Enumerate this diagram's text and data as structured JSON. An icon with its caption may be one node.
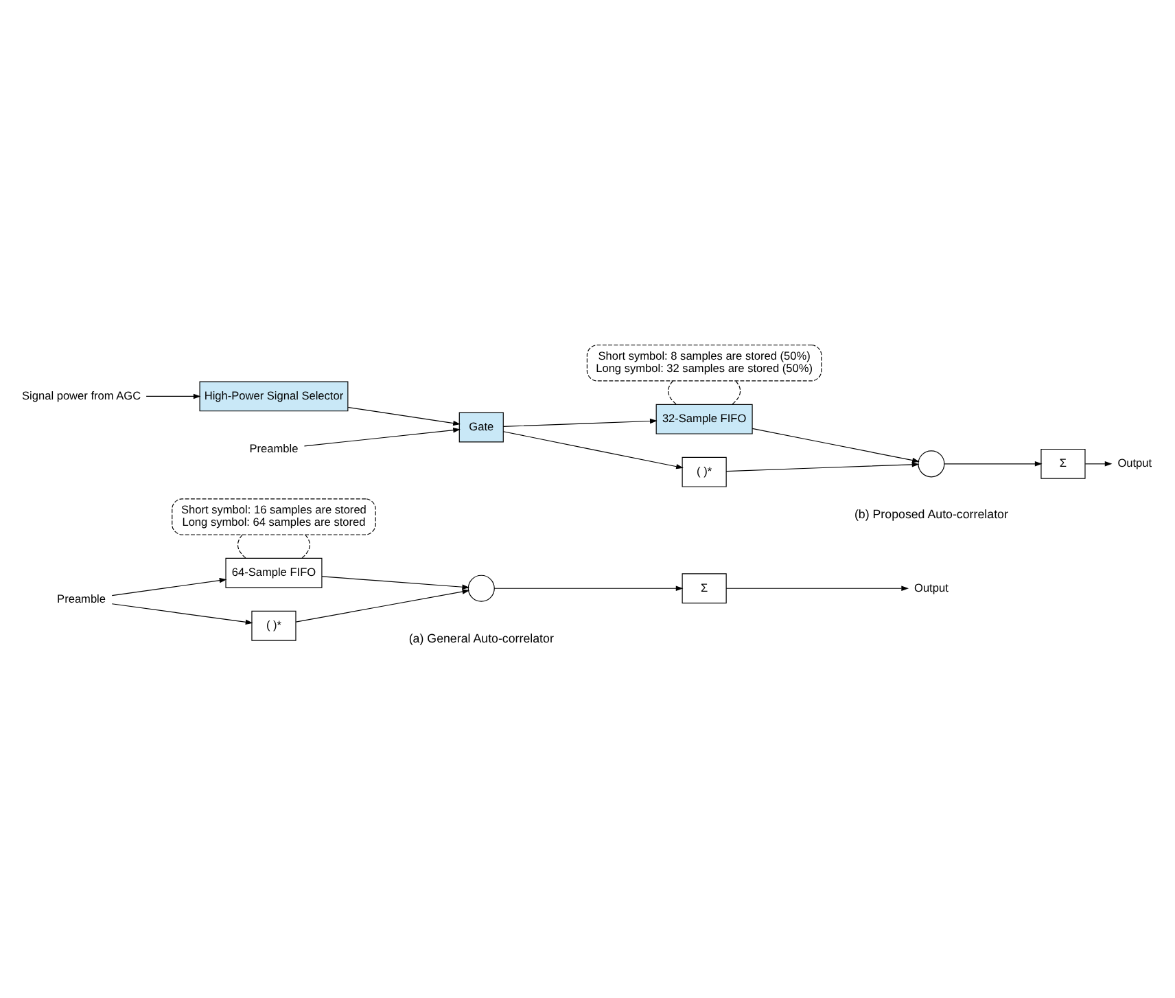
{
  "diagram": {
    "nodes": [
      {
        "text": [
          "Short symbol: 16 samples are stored",
          "Long symbol: 64 samples are stored"
        ]
      },
      {
        "text": [
          "Preamble"
        ]
      },
      {
        "text": [
          "64-Sample FIFO"
        ]
      },
      {
        "text": [],
        "shape": "circle"
      },
      {
        "text": [
          "Σ"
        ]
      },
      {
        "text": [
          "Output"
        ]
      },
      {
        "text": [
          "( )*"
        ]
      },
      {
        "text": [
          "Short symbol: 8 samples are stored (50%)",
          "Long symbol: 32 samples are stored (50%)"
        ]
      },
      {
        "text": [
          "Signal power from AGC"
        ]
      },
      {
        "text": [
          "High-Power Signal Selector"
        ]
      },
      {
        "text": [
          "Preamble"
        ]
      },
      {
        "text": [
          "Gate"
        ]
      },
      {
        "text": [
          "32-Sample FIFO"
        ]
      },
      {
        "text": [],
        "shape": "circle"
      },
      {
        "text": [
          "Σ"
        ]
      },
      {
        "text": [
          "Output"
        ]
      },
      {
        "text": [
          "( )*"
        ]
      }
    ],
    "edges": [
      {
        "from": 0,
        "to": 2,
        "arrow": "none",
        "style": "dashed"
      },
      {
        "from": 0,
        "to": 2,
        "arrow": "none",
        "style": "dashed"
      },
      {
        "from": 1,
        "to": 2,
        "arrow": "to"
      },
      {
        "from": 1,
        "to": 6,
        "arrow": "to"
      },
      {
        "from": 2,
        "to": 3,
        "arrow": "to"
      },
      {
        "from": 6,
        "to": 3,
        "arrow": "to"
      },
      {
        "from": 3,
        "to": 4,
        "arrow": "to"
      },
      {
        "from": 4,
        "to": 5,
        "arrow": "to"
      },
      {
        "from": 7,
        "to": 12,
        "arrow": "none",
        "style": "dashed"
      },
      {
        "from": 7,
        "to": 12,
        "arrow": "none",
        "style": "dashed"
      },
      {
        "from": 8,
        "to": 9,
        "arrow": "to"
      },
      {
        "from": 9,
        "to": 11,
        "arrow": "to"
      },
      {
        "from": 10,
        "to": 11,
        "arrow": "to"
      },
      {
        "from": 11,
        "to": 12,
        "arrow": "to"
      },
      {
        "from": 11,
        "to": 16,
        "arrow": "to"
      },
      {
        "from": 12,
        "to": 13,
        "arrow": "to"
      },
      {
        "from": 16,
        "to": 13,
        "arrow": "to"
      },
      {
        "from": 13,
        "to": 14,
        "arrow": "to"
      },
      {
        "from": 14,
        "to": 15,
        "arrow": "to"
      }
    ],
    "labels": [
      "(a) General Auto-correlator",
      "(b) Proposed Auto-correlator"
    ]
  }
}
